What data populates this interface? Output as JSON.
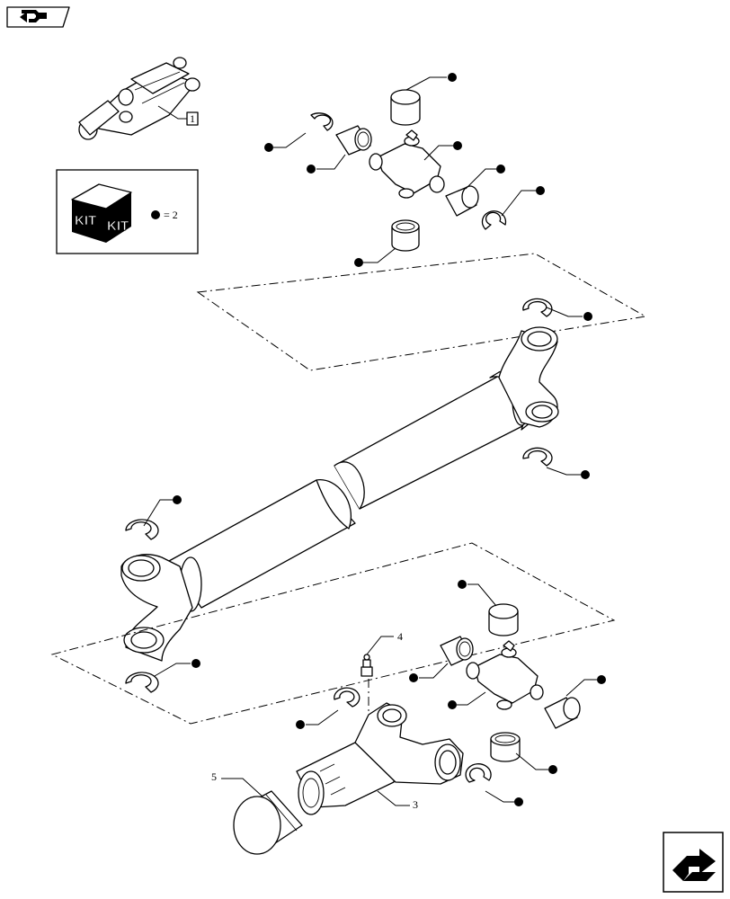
{
  "navigation": {
    "back_icon": "arrow-back-icon",
    "forward_icon": "arrow-forward-icon"
  },
  "kit": {
    "box_label": "KIT",
    "legend_text": "= 2"
  },
  "callouts": {
    "assembly": "1",
    "yoke": "3",
    "grease_fitting": "4",
    "dust_cap": "5"
  }
}
